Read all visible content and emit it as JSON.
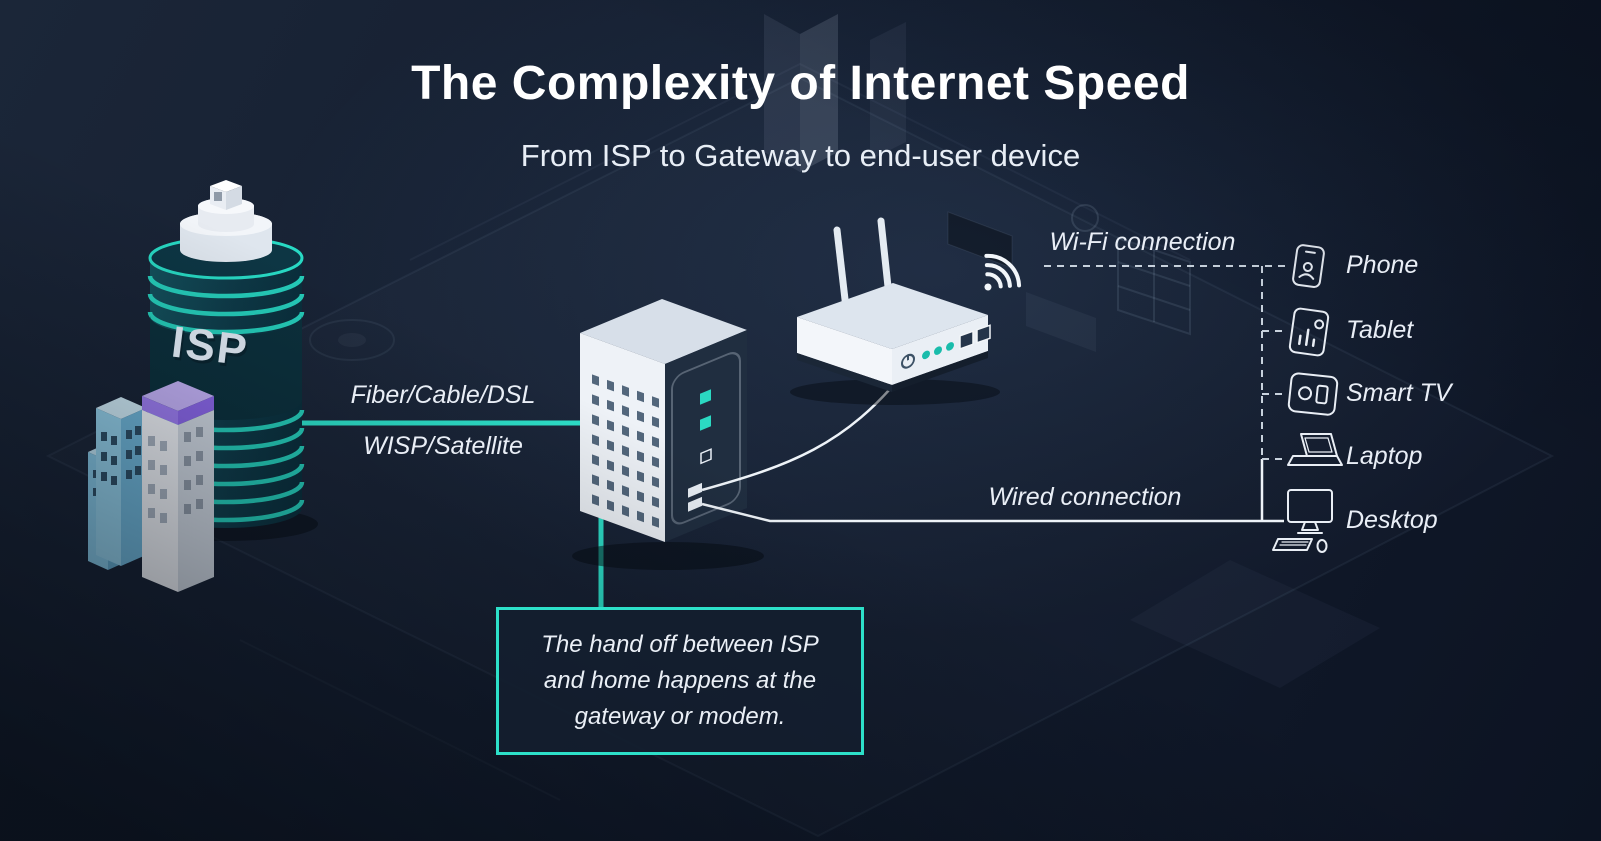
{
  "header": {
    "title": "The Complexity of Internet Speed",
    "subtitle": "From ISP to Gateway to end-user device"
  },
  "isp": {
    "label": "ISP"
  },
  "links": {
    "isp_line1": "Fiber/Cable/DSL",
    "isp_line2": "WISP/Satellite",
    "wifi": "Wi-Fi connection",
    "wired": "Wired connection"
  },
  "devices": [
    {
      "icon": "phone-icon",
      "label": "Phone"
    },
    {
      "icon": "tablet-icon",
      "label": "Tablet"
    },
    {
      "icon": "smart-tv-icon",
      "label": "Smart TV"
    },
    {
      "icon": "laptop-icon",
      "label": "Laptop"
    },
    {
      "icon": "desktop-icon",
      "label": "Desktop"
    }
  ],
  "callout": {
    "line1": "The hand off between ISP",
    "line2": "and home happens at the",
    "line3": "gateway or modem."
  },
  "colors": {
    "background": "#131D2F",
    "accent": "#2DE0C9",
    "text": "#FFFFFF",
    "wire": "#EEF3F8"
  }
}
